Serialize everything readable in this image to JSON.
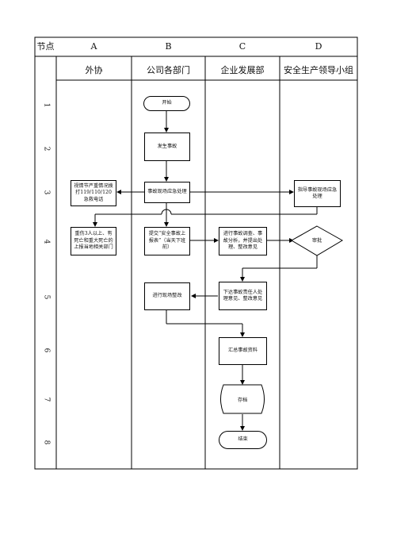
{
  "header": {
    "node": "节点",
    "columns": [
      "A",
      "B",
      "C",
      "D"
    ]
  },
  "lanes": [
    "外协",
    "公司各部门",
    "企业发展部",
    "安全生产领导小组"
  ],
  "steps": [
    "1",
    "2",
    "3",
    "4",
    "5",
    "6",
    "7",
    "8"
  ],
  "nodes": {
    "start": "开始",
    "accident": "发生事故",
    "emergency": "事故现场应急处理",
    "call_emergency": "视情节严重情况拨打119/110/120急救电话",
    "guide": "指导事故现场应急处理",
    "report": "重伤3人以上、有死亡和重大死亡的上报当地相关部门",
    "submit": "提交“安全事故上报表”（当天下班前）",
    "investigate": "进行事故调查、事故分析，并提出处理、整改意见",
    "approve": "审批",
    "issue": "下达事故责任人处理意见、整改意见",
    "rectify": "进行现场整改",
    "summarize": "汇总事故资料",
    "archive": "存档",
    "end": "结束"
  }
}
